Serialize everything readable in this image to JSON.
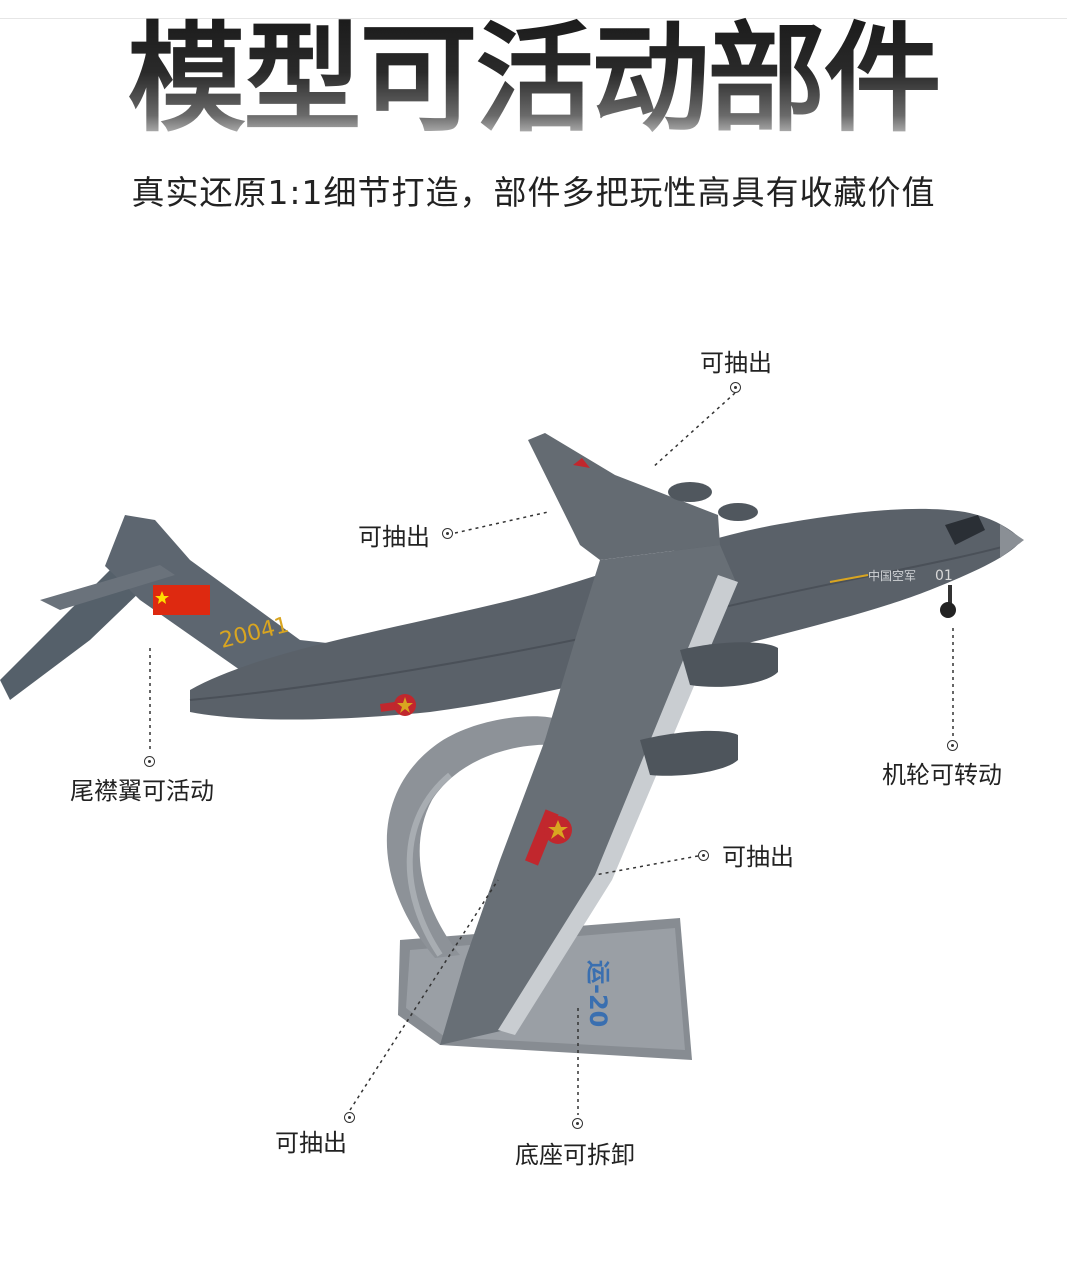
{
  "header": {
    "title": "模型可活动部件",
    "subtitle": "真实还原1:1细节打造，部件多把玩性高具有收藏价值"
  },
  "callouts": {
    "top_wing": "可抽出",
    "left_wing": "可抽出",
    "tail": "尾襟翼可活动",
    "wheel": "机轮可转动",
    "right_wing": "可抽出",
    "bottom_wing": "可抽出",
    "base": "底座可拆卸"
  },
  "model": {
    "tail_number": "20041",
    "nose_number": "01",
    "fuselage_text": "中国空军",
    "stand_label": "运-20"
  },
  "colors": {
    "fuselage": "#5a6169",
    "wing": "#656c73",
    "stand": "#8b9096",
    "roundel": "#c1272d",
    "flag": "#de2910",
    "gold": "#d9a520",
    "stand_text": "#3a6fb0"
  }
}
